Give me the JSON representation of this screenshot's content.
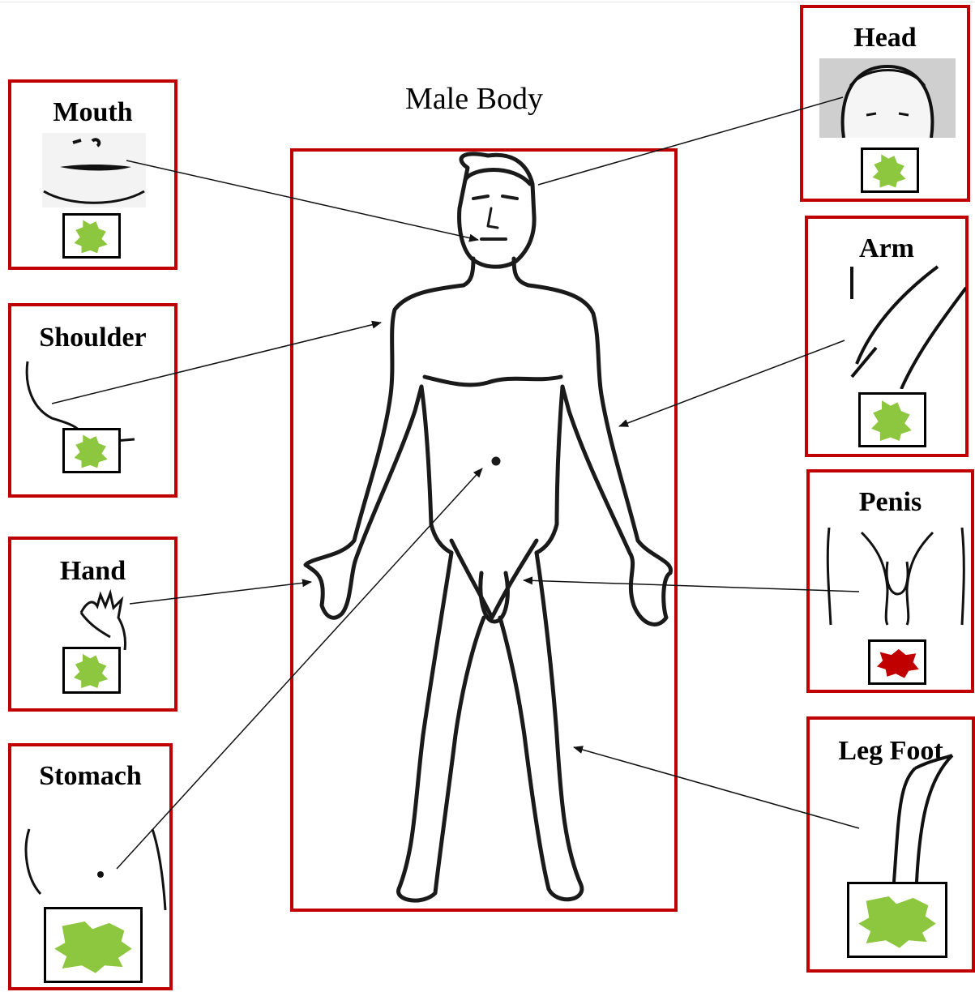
{
  "title": "Male Body",
  "colors": {
    "frame": "#c00000",
    "ok_mark": "#8dc63f",
    "alert_mark": "#c00000"
  },
  "regions": {
    "mouth": {
      "label": "Mouth",
      "status": "ok"
    },
    "shoulder": {
      "label": "Shoulder",
      "status": "ok"
    },
    "hand": {
      "label": "Hand",
      "status": "ok"
    },
    "stomach": {
      "label": "Stomach",
      "status": "ok"
    },
    "head": {
      "label": "Head",
      "status": "ok"
    },
    "arm": {
      "label": "Arm",
      "status": "ok"
    },
    "penis": {
      "label": "Penis",
      "status": "alert"
    },
    "leg_foot": {
      "label": "Leg Foot",
      "status": "ok"
    }
  }
}
